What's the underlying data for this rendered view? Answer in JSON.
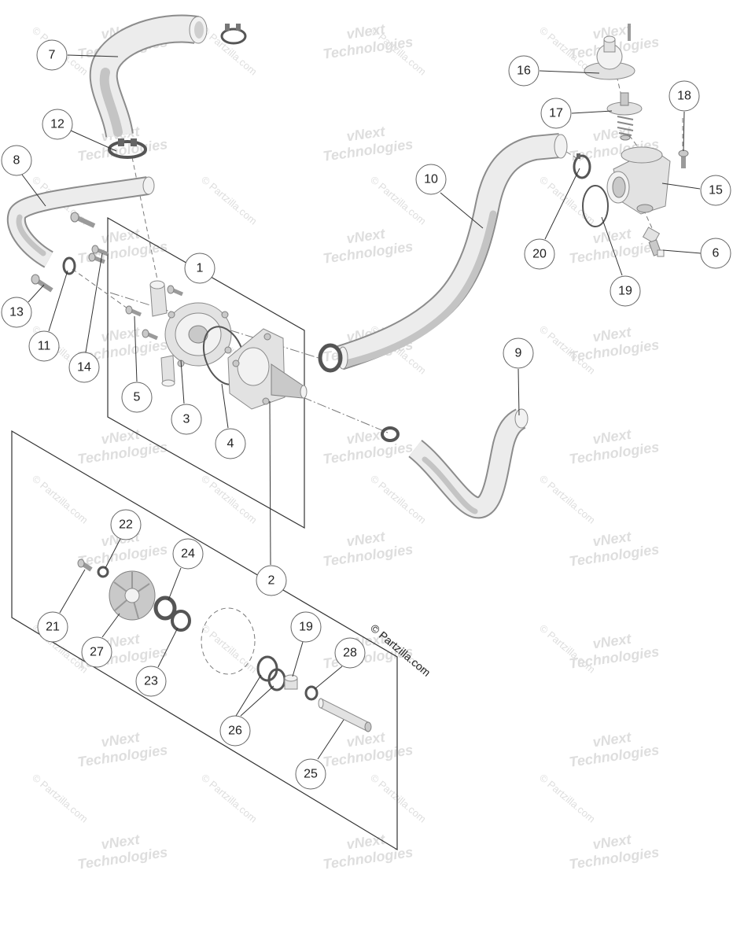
{
  "diagram": {
    "callouts": [
      "7",
      "12",
      "8",
      "13",
      "11",
      "14",
      "1",
      "5",
      "3",
      "4",
      "2",
      "22",
      "24",
      "21",
      "27",
      "23",
      "19",
      "28",
      "26",
      "25",
      "10",
      "16",
      "17",
      "18",
      "15",
      "20",
      "6",
      "19",
      "9"
    ],
    "copyright": "© Partzilla.com"
  },
  "watermarks": {
    "brand_line1": "vNext",
    "brand_line2": "Technologies",
    "site": "© Partzilla.com"
  }
}
